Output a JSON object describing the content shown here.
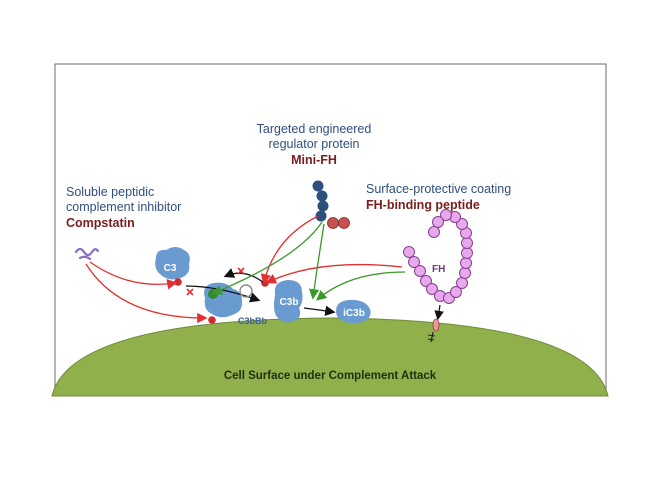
{
  "labels": {
    "soluble_line1": "Soluble peptidic",
    "soluble_line2": "complement inhibitor",
    "soluble_name": "Compstatin",
    "targeted_line1": "Targeted engineered",
    "targeted_line2": "regulator protein",
    "targeted_name": "Mini-FH",
    "coating_line1": "Surface-protective coating",
    "coating_name": "FH-binding peptide"
  },
  "proteins": {
    "c3": "C3",
    "c3b": "C3b",
    "ic3b": "iC3b",
    "c3bbb": "C3bBb",
    "fh": "FH"
  },
  "surface": {
    "label": "Cell Surface under Complement Attack"
  },
  "colors": {
    "protein_blue": "#6a9bd0",
    "inhibit_arrow": "#e03030",
    "regulate_arrow": "#3a9a2a",
    "surface_green": "#8fb04a",
    "fh_bead": "#e8a8ee",
    "minifh_bead": "#2c4f7c",
    "label_blue": "#2f4f7f",
    "label_red": "#7a1d1d"
  }
}
